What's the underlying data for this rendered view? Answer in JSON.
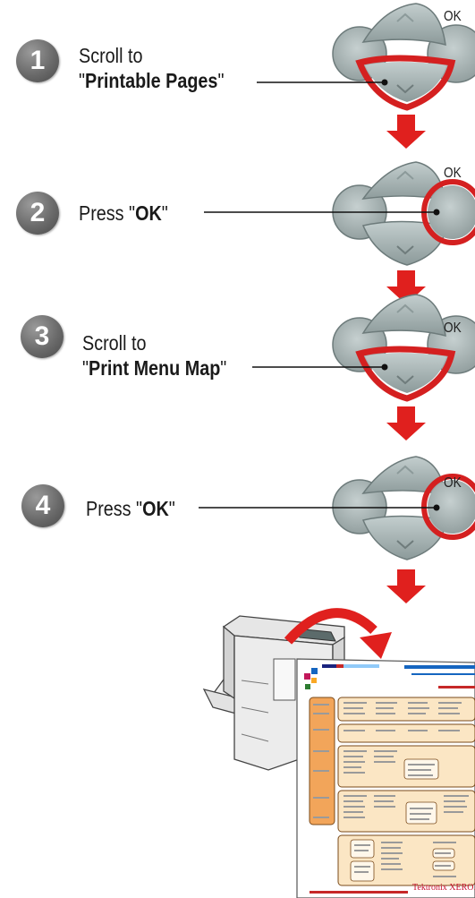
{
  "keypad": {
    "ok_label": "OK"
  },
  "steps": [
    {
      "number": "1",
      "line1": "Scroll to",
      "quote_open": "\"",
      "bold": "Printable Pages",
      "quote_close": "\""
    },
    {
      "number": "2",
      "line1": "Press \"",
      "bold": "OK",
      "quote_close": "\""
    },
    {
      "number": "3",
      "line1": "Scroll to",
      "quote_open": "\"",
      "bold": "Print Menu Map",
      "quote_close": "\""
    },
    {
      "number": "4",
      "line1": "Press \"",
      "bold": "OK",
      "quote_close": "\""
    }
  ],
  "printout": {
    "brand_text": "Tektronix XEROX"
  },
  "colors": {
    "accent_red": "#e0201e",
    "highlight_red": "#d42020",
    "button_gray": "#a6b3b3",
    "menu_orange": "#f2a55a",
    "panel_tan": "#fbe6c4"
  }
}
